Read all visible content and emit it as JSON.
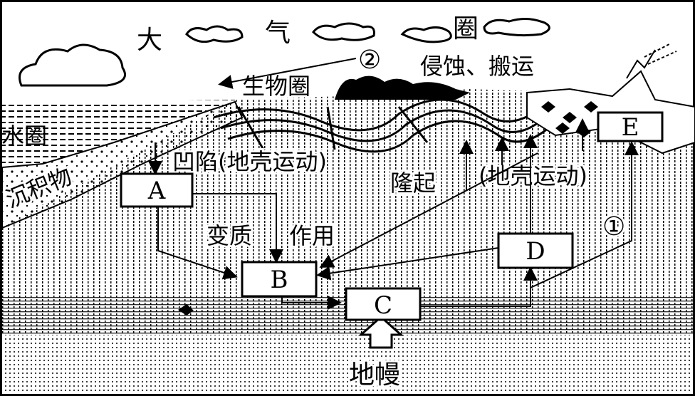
{
  "labels": {
    "atmosphere_1": "大",
    "atmosphere_2": "气",
    "atmosphere_3": "圈",
    "hydrosphere": "水圈",
    "biosphere": "生物圈",
    "sediment": "沉积物",
    "erosion_num": "②",
    "erosion_text": "侵蚀、搬运",
    "subsidence": "凹陷(地壳运动)",
    "uplift": "隆起",
    "crust_movement": "(地壳运动)",
    "metamorphism_1": "变质",
    "metamorphism_2": "作用",
    "process_1": "①",
    "mantle": "地幔"
  },
  "boxes": {
    "a": "A",
    "b": "B",
    "c": "C",
    "d": "D",
    "e": "E"
  }
}
